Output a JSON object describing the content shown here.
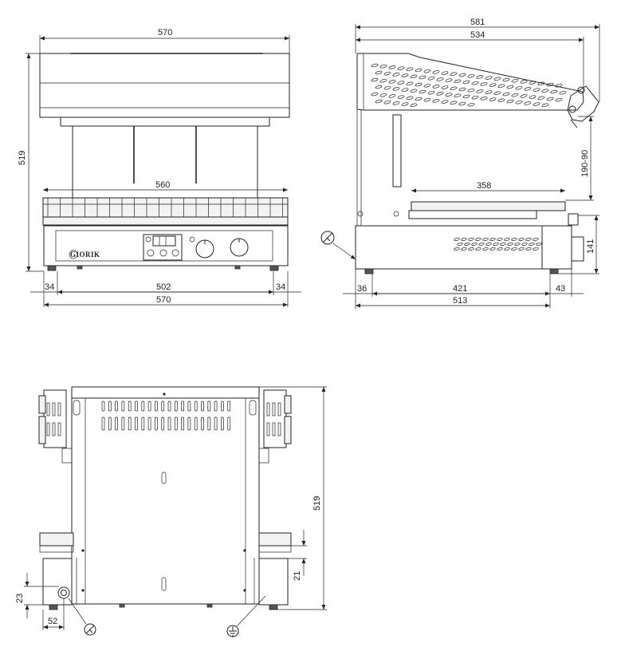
{
  "brand": {
    "logo_text": "GIORIK"
  },
  "front_view": {
    "dims": {
      "top_width": "570",
      "height": "519",
      "rack_width": "560",
      "side_left": "34",
      "inner_width": "502",
      "side_right": "34",
      "total_width": "570"
    }
  },
  "side_view": {
    "dims": {
      "total_depth": "581",
      "hood_depth": "534",
      "lift_range": "190-90",
      "plate_depth": "358",
      "base_height": "141",
      "front_offset": "36",
      "body_depth": "421",
      "rear_offset": "43",
      "base_depth": "513"
    }
  },
  "rear_view": {
    "dims": {
      "height": "519",
      "handle_offset": "21",
      "conn_height": "23",
      "conn_offset": "52"
    }
  }
}
